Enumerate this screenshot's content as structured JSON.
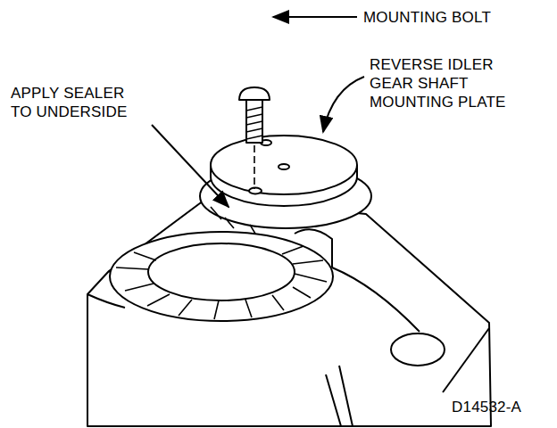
{
  "diagram": {
    "labels": [
      "MOUNTING BOLT",
      "REVERSE IDLER GEAR SHAFT MOUNTING PLATE",
      "APPLY SEALER TO UNDERSIDE",
      "D14532-A"
    ]
  }
}
